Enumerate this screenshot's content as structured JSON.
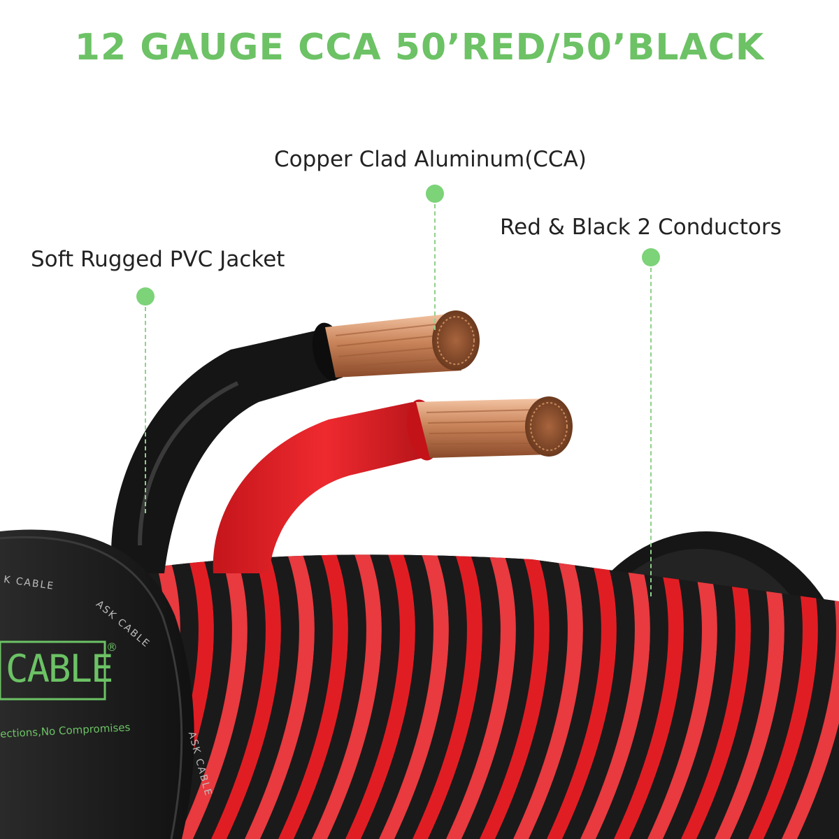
{
  "title": "12 GAUGE CCA 50’RED/50’BLACK",
  "callouts": {
    "conductor": "Copper Clad Aluminum(CCA)",
    "cores": "Red & Black 2 Conductors",
    "jacket": "Soft Rugged PVC Jacket"
  },
  "spool": {
    "brand_text": "CABLE",
    "registered_mark": "®",
    "tagline": "ections,No Compromises",
    "rim_text_1": "K CABLE",
    "rim_text_2": "ASK CABLE",
    "rim_text_3": "ASK CABLE"
  },
  "colors": {
    "accent_green": "#6cc265",
    "dot_green": "#7cd378",
    "wire_red": "#e11d24",
    "wire_black": "#1a1a1a",
    "copper": "#c9845a"
  },
  "icons": [
    "callout-dot-icon"
  ]
}
